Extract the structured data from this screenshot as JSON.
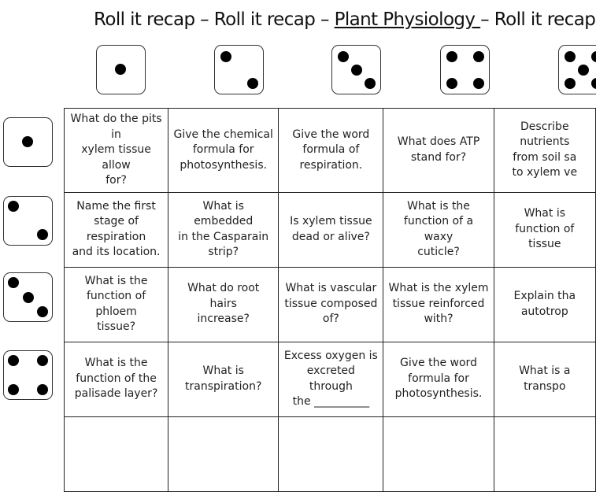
{
  "title": {
    "part1": "Roll it recap – Roll it recap – ",
    "topic": "Plant Physiology ",
    "part2": "– Roll it recap –"
  },
  "column_dice": [
    1,
    2,
    3,
    4,
    5
  ],
  "row_dice": [
    1,
    2,
    3,
    4
  ],
  "grid": [
    [
      "What do the pits in\nxylem tissue allow\nfor?",
      "Give the chemical\nformula for\nphotosynthesis.",
      "Give the word\nformula of\nrespiration.",
      "What does ATP\nstand for?",
      "Describe\nnutrients\nfrom soil sa\nto xylem ve"
    ],
    [
      "Name the first\nstage of respiration\nand its location.",
      "What is embedded\nin the Casparain\nstrip?",
      "Is xylem tissue\ndead or alive?",
      "What is the\nfunction of a waxy\ncuticle?",
      "What is\nfunction of\ntissue"
    ],
    [
      "What is the\nfunction of phloem\ntissue?",
      "What do root hairs\nincrease?",
      "What is vascular\ntissue composed\nof?",
      "What is the xylem\ntissue reinforced\nwith?",
      "Explain tha\nautotrop"
    ],
    [
      "What is the\nfunction of the\npalisade layer?",
      "What is\ntranspiration?",
      "Excess oxygen is\nexcreted through\nthe __________",
      "Give the word\nformula for\nphotosynthesis.",
      "What is a\ntranspo"
    ],
    [
      "",
      "",
      "",
      "",
      ""
    ]
  ]
}
